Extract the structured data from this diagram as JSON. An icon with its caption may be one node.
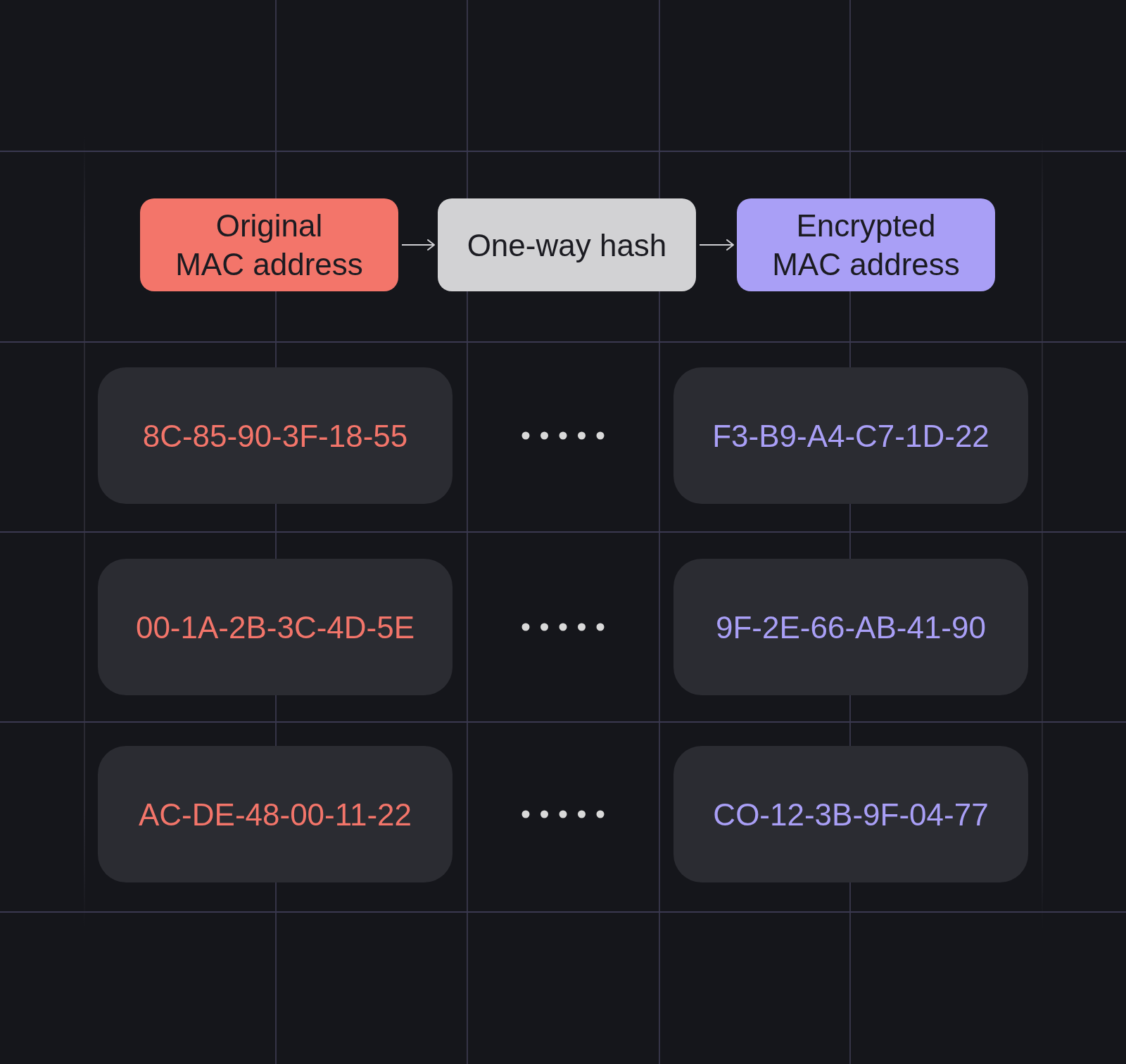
{
  "diagram": {
    "nodes": [
      {
        "text": [
          "Original MAC address"
        ]
      },
      {
        "text": [
          "One-way hash"
        ]
      },
      {
        "text": [
          "Encrypted MAC address"
        ]
      },
      {
        "text": [
          "8C-85-90-3F-18-55"
        ]
      },
      {
        "text": [
          "F3-B9-A4-C7-1D-22"
        ]
      },
      {
        "text": [
          "00-1A-2B-3C-4D-5E"
        ]
      },
      {
        "text": [
          "9F-2E-66-AB-41-90"
        ]
      },
      {
        "text": [
          "AC-DE-48-00-11-22"
        ]
      },
      {
        "text": [
          "CO-12-3B-9F-04-77"
        ]
      }
    ],
    "edges": [
      {
        "from": 0,
        "to": 1,
        "arrow": "to"
      },
      {
        "from": 1,
        "to": 2,
        "arrow": "to"
      },
      {
        "from": 3,
        "to": 4,
        "arrow": "none",
        "style": "dashed"
      },
      {
        "from": 5,
        "to": 6,
        "arrow": "none",
        "style": "dashed"
      },
      {
        "from": 7,
        "to": 8,
        "arrow": "none",
        "style": "dashed"
      }
    ]
  }
}
